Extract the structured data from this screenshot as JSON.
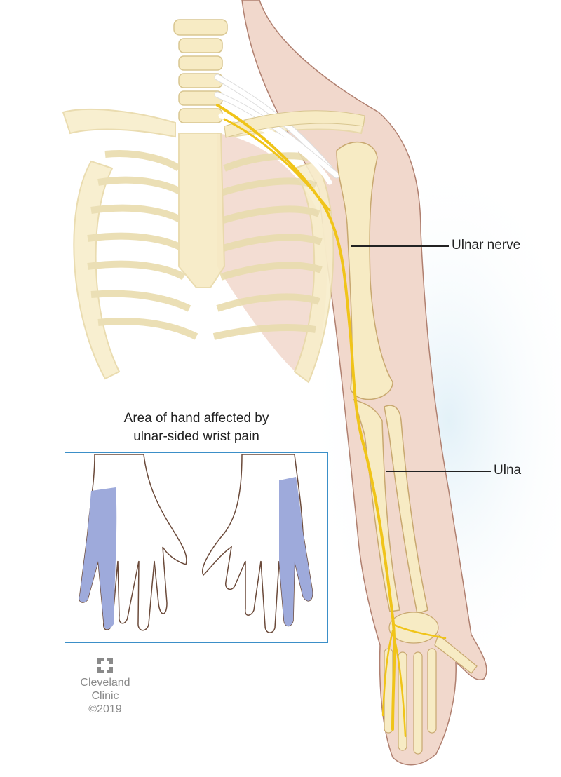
{
  "labels": {
    "ulnar_nerve": "Ulnar nerve",
    "ulna": "Ulna"
  },
  "inset": {
    "title_line1": "Area of hand affected by",
    "title_line2": "ulnar-sided wrist pain"
  },
  "logo": {
    "name_line1": "Cleveland",
    "name_line2": "Clinic",
    "copyright": "©2019"
  },
  "colors": {
    "skin": "#f1d8cc",
    "bone": "#f7ebc4",
    "nerve": "#f0c419",
    "affected_area": "#9eaadb",
    "inset_border": "#3b8fc8"
  }
}
